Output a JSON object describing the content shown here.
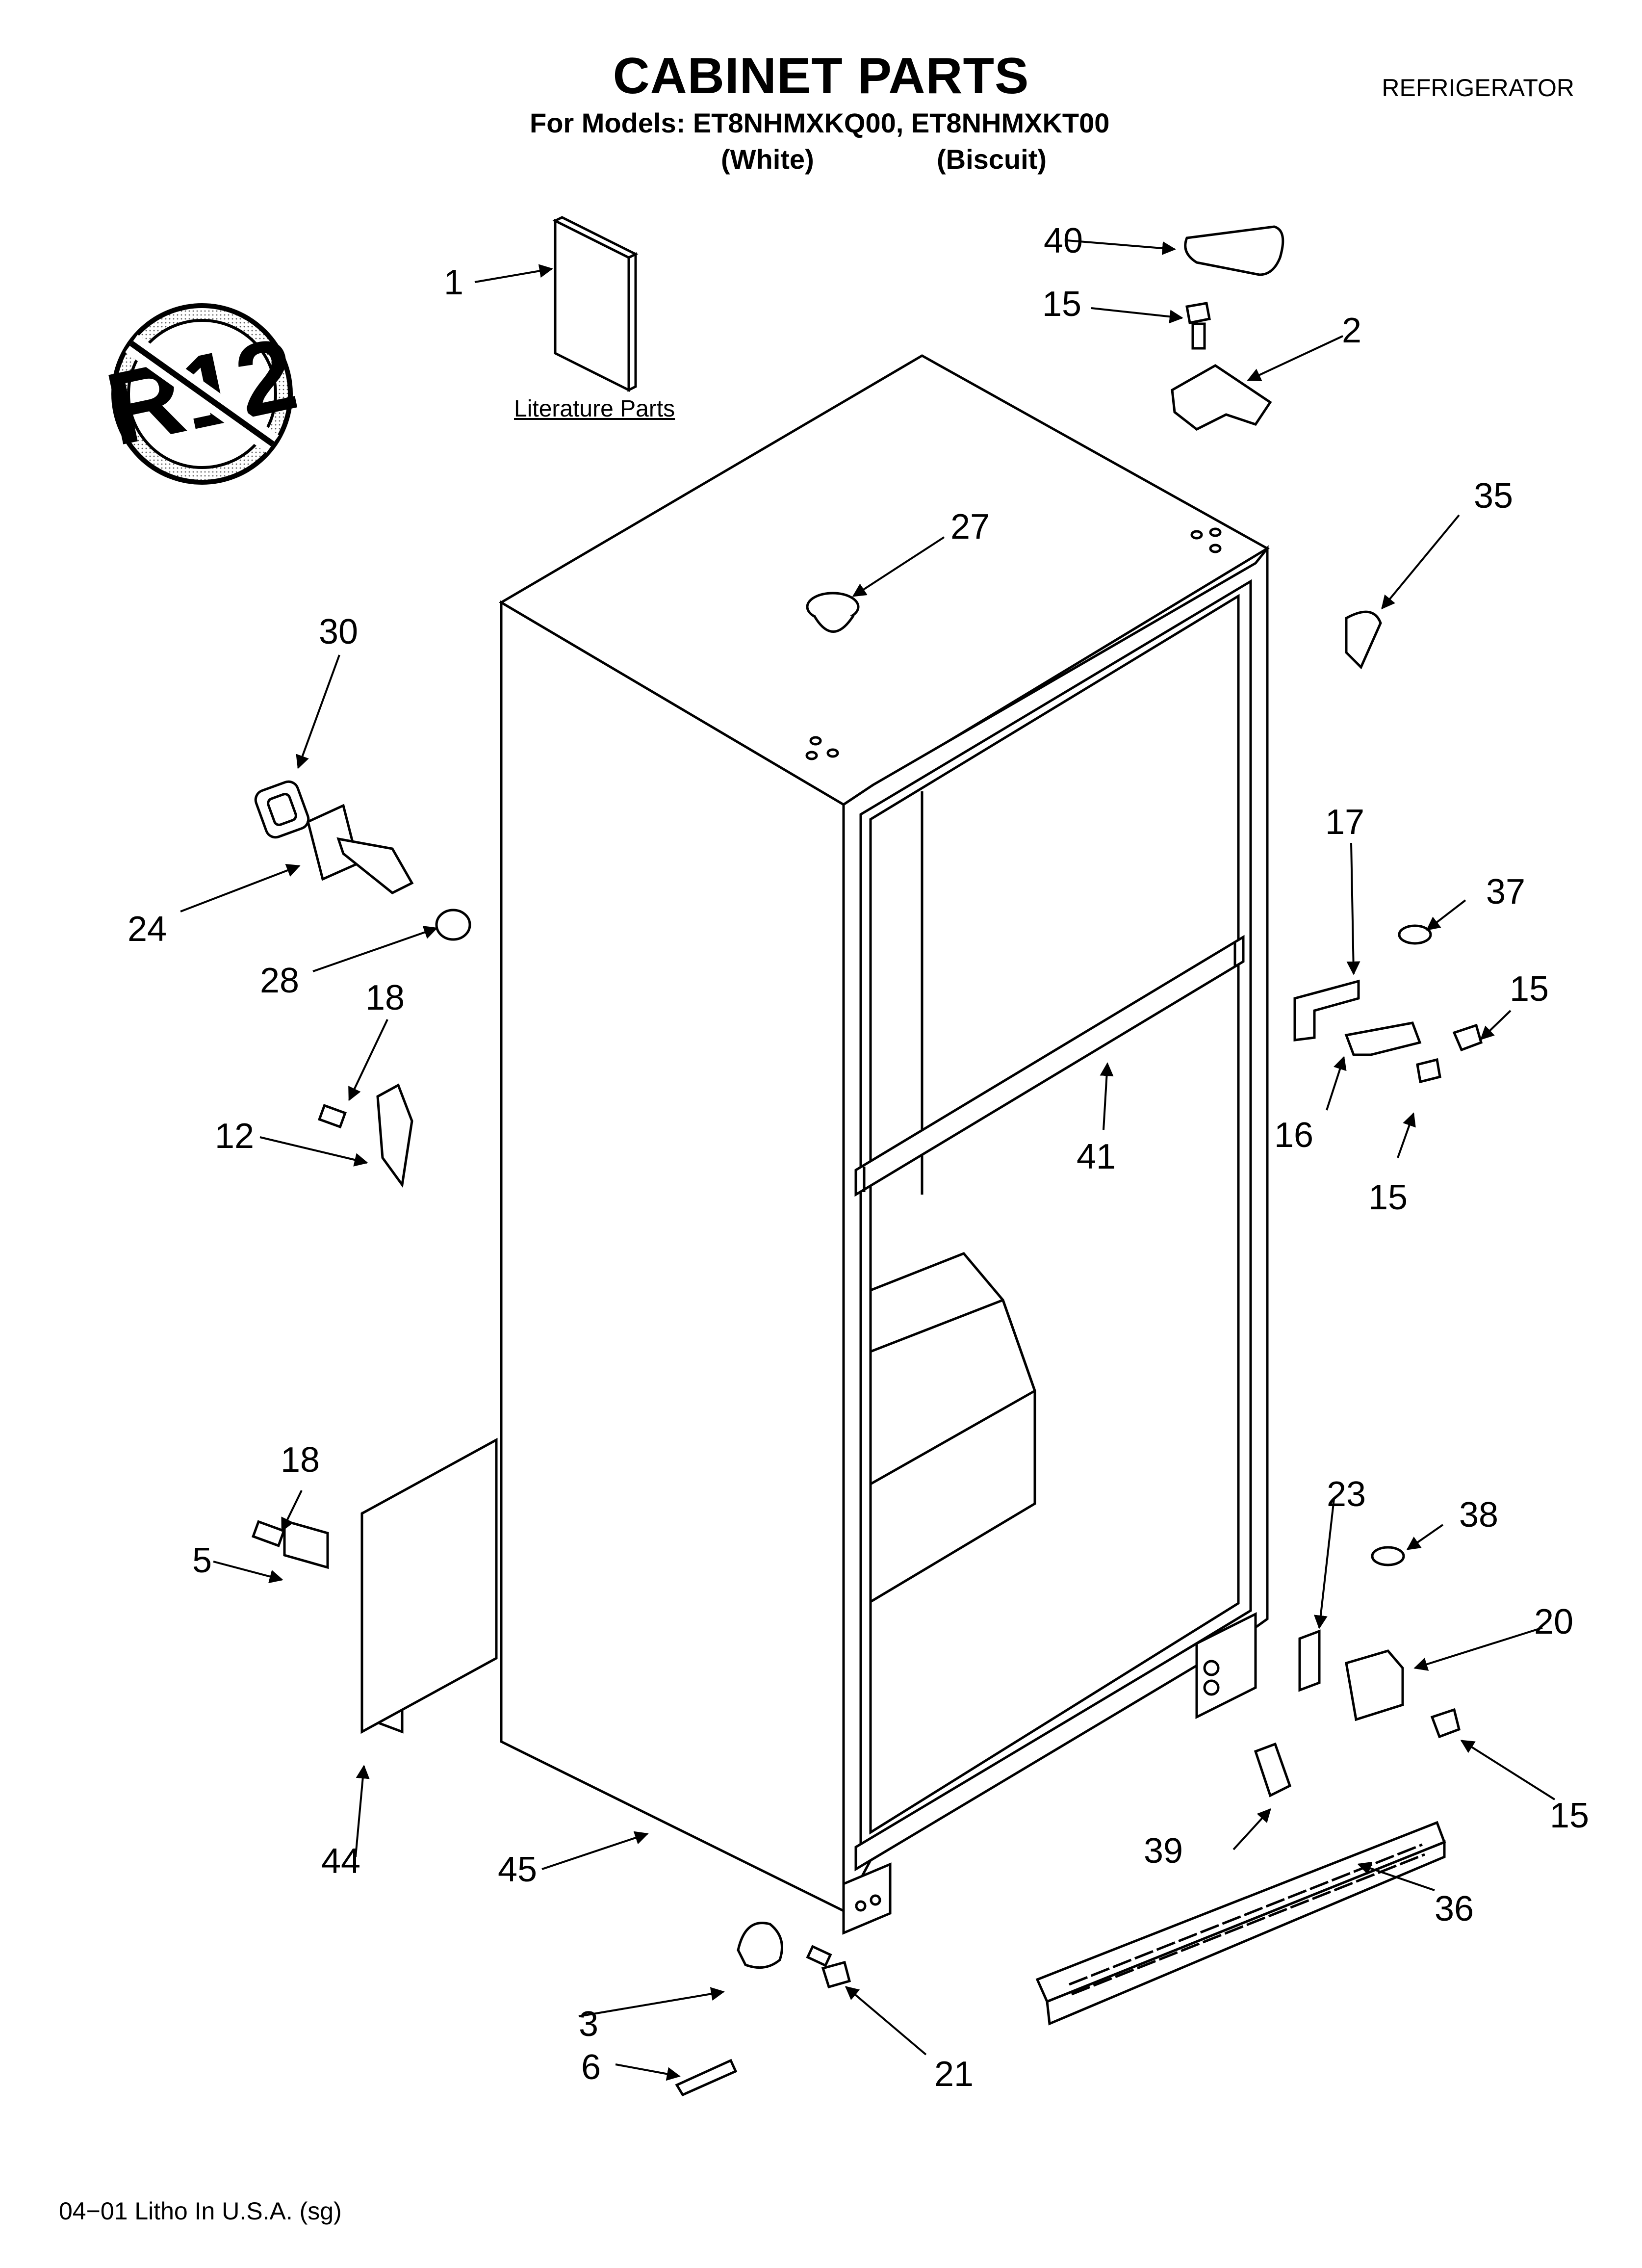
{
  "header": {
    "title": "CABINET PARTS",
    "models_line": "For Models: ET8NHMXKQ00, ET8NHMXKT00",
    "variant_white": "(White)",
    "variant_biscuit": "(Biscuit)",
    "category": "REFRIGERATOR"
  },
  "badge": {
    "text": "R12",
    "icon": "no-r12-refrigerant-symbol"
  },
  "literature": {
    "label": "Literature Parts"
  },
  "callouts": {
    "c1": "1",
    "c2": "2",
    "c3": "3",
    "c5": "5",
    "c6": "6",
    "c12": "12",
    "c15a": "15",
    "c15b": "15",
    "c15c": "15",
    "c15d": "15",
    "c16": "16",
    "c17": "17",
    "c18a": "18",
    "c18b": "18",
    "c20": "20",
    "c21": "21",
    "c23": "23",
    "c24": "24",
    "c27": "27",
    "c28": "28",
    "c30": "30",
    "c35": "35",
    "c36": "36",
    "c37": "37",
    "c38": "38",
    "c39": "39",
    "c40": "40",
    "c41": "41",
    "c44": "44",
    "c45": "45"
  },
  "footer": {
    "text": "04−01 Litho In U.S.A. (sg)"
  }
}
